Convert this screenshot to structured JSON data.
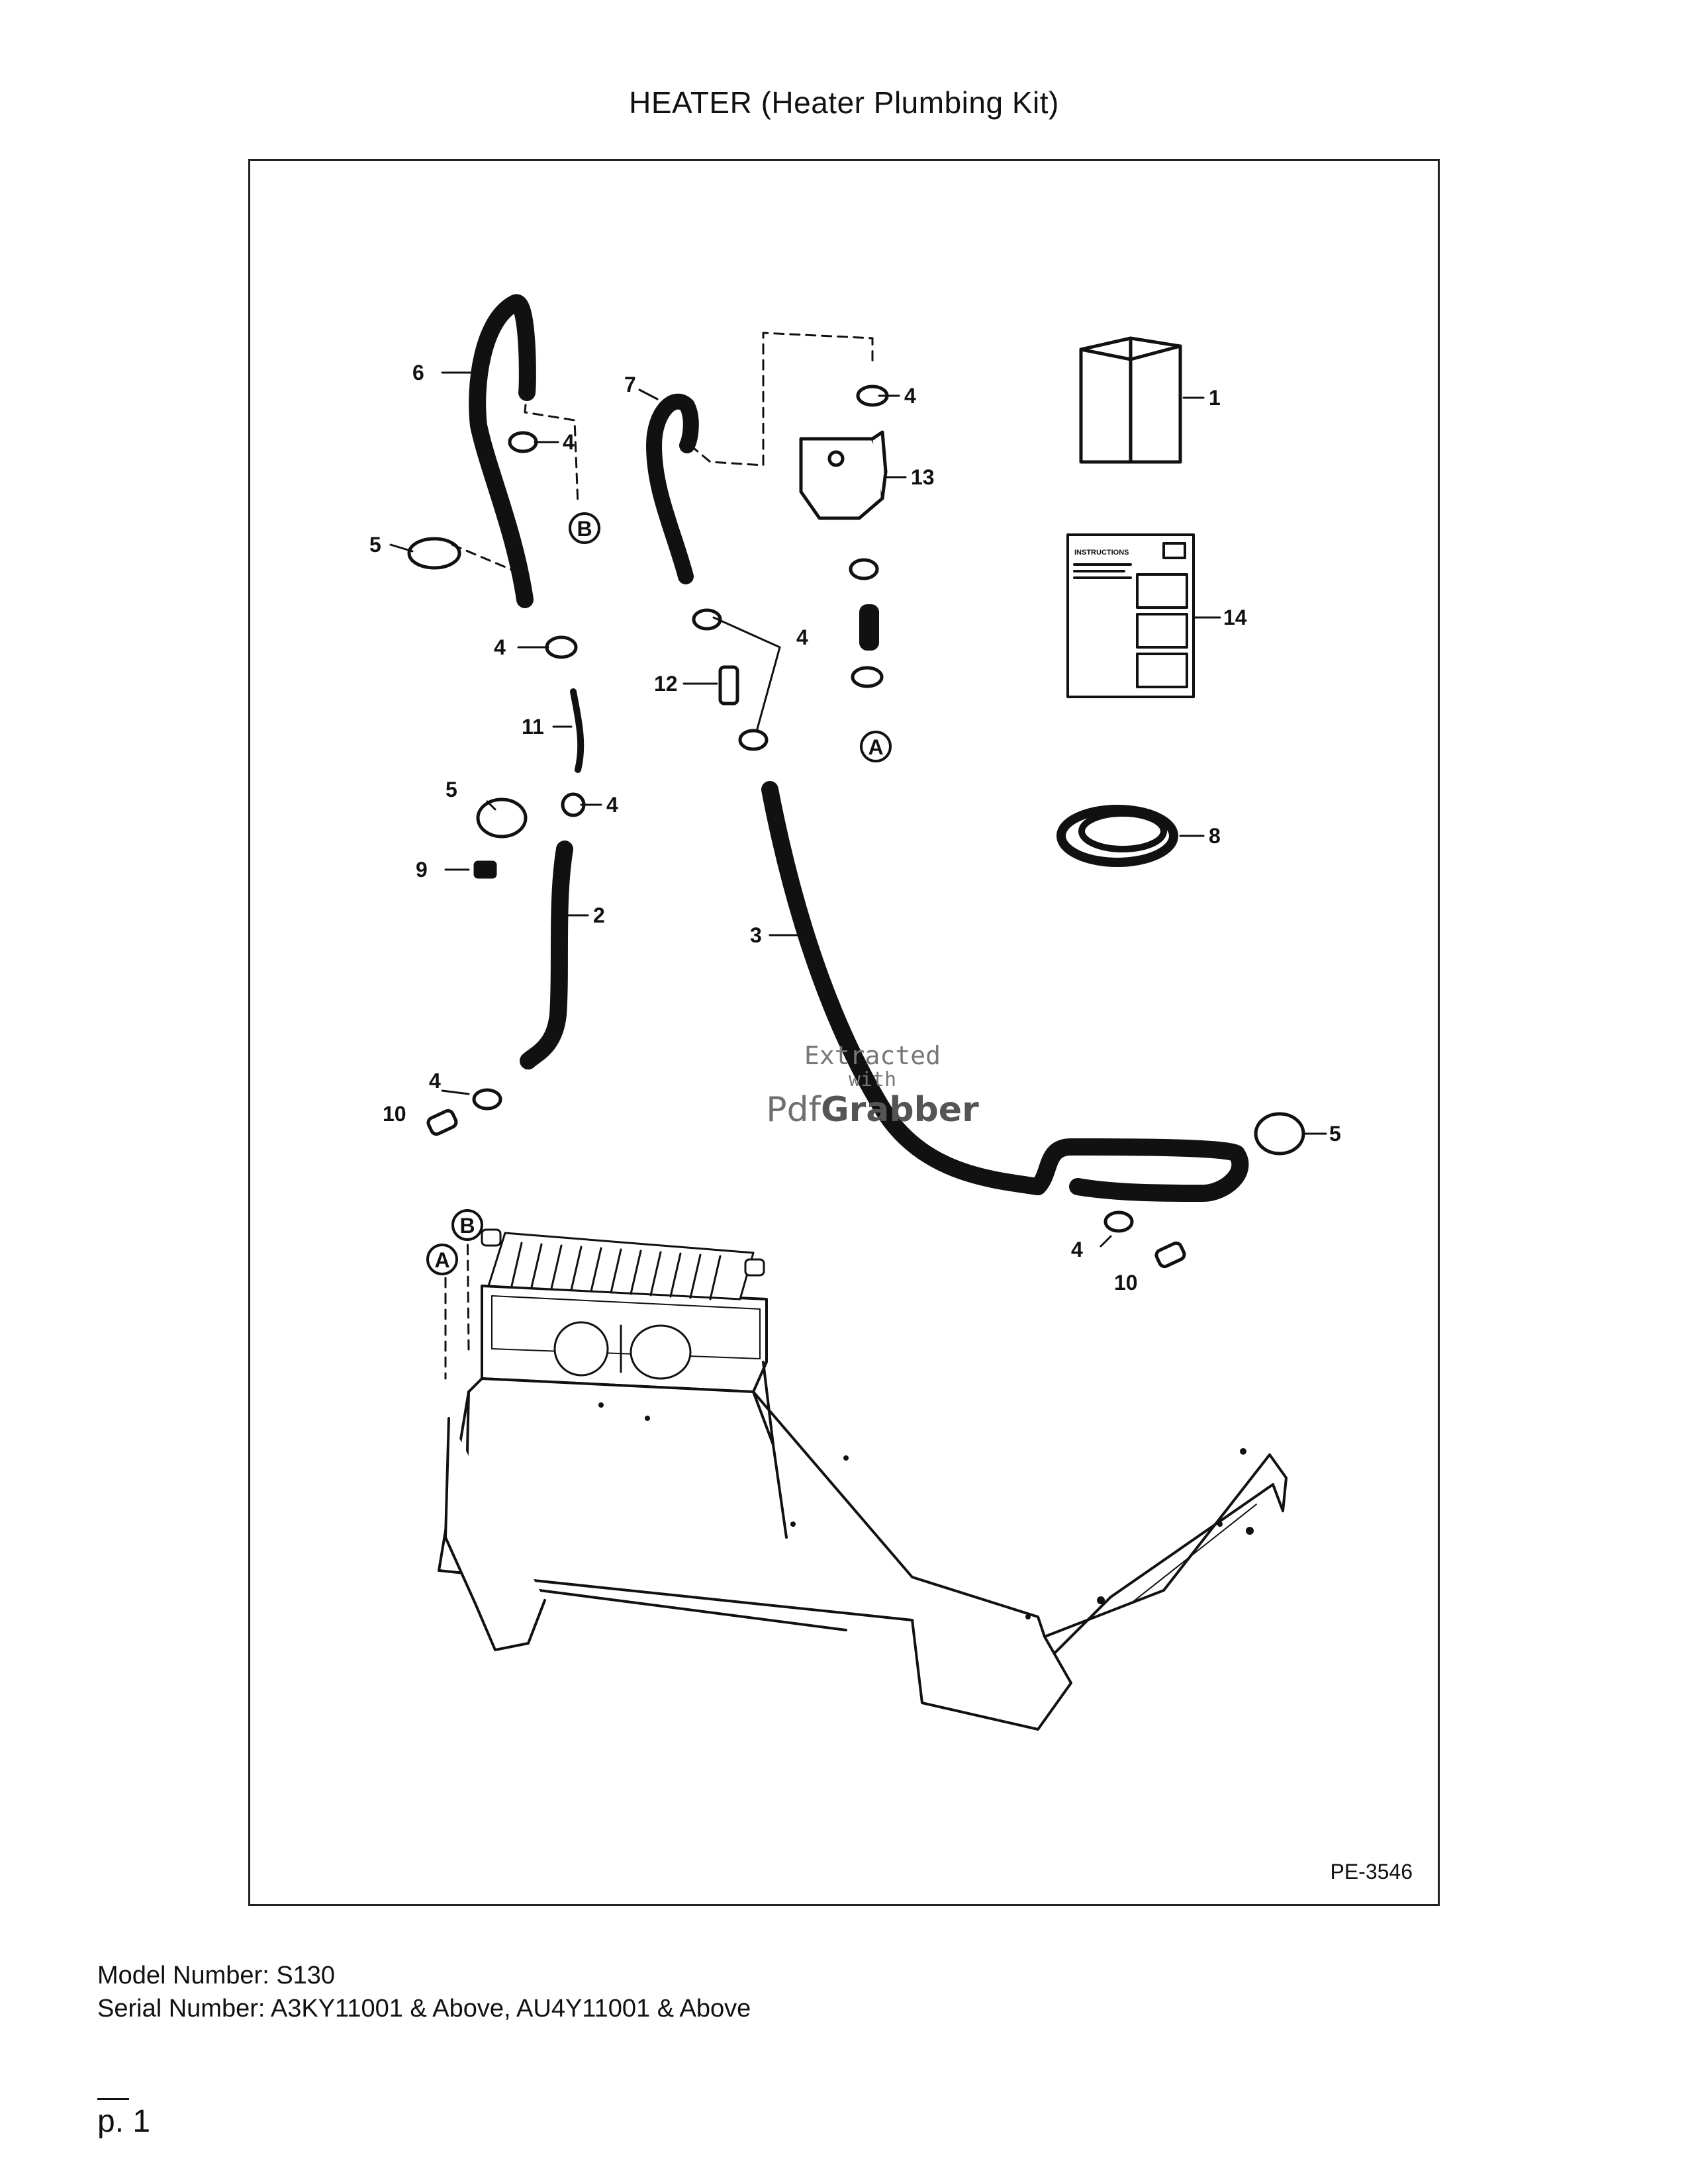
{
  "header": {
    "title": "HEATER (Heater Plumbing Kit)"
  },
  "figure": {
    "code": "PE-3546",
    "callouts": {
      "c1": "1",
      "c2": "2",
      "c3": "3",
      "c4": "4",
      "c5": "5",
      "c6": "6",
      "c7": "7",
      "c8": "8",
      "c9": "9",
      "c10": "10",
      "c11": "11",
      "c12": "12",
      "c13": "13",
      "c14": "14"
    },
    "connectors": {
      "a": "A",
      "b": "B"
    },
    "instructions_sheet_label": "INSTRUCTIONS",
    "watermark": {
      "line1": "Extracted",
      "line2": "with",
      "brand_light": "Pdf",
      "brand_bold": "Grabber"
    }
  },
  "footer": {
    "model_number": "Model Number: S130",
    "serial_number": "Serial Number: A3KY11001 & Above, AU4Y11001 & Above",
    "page": "p. 1"
  }
}
